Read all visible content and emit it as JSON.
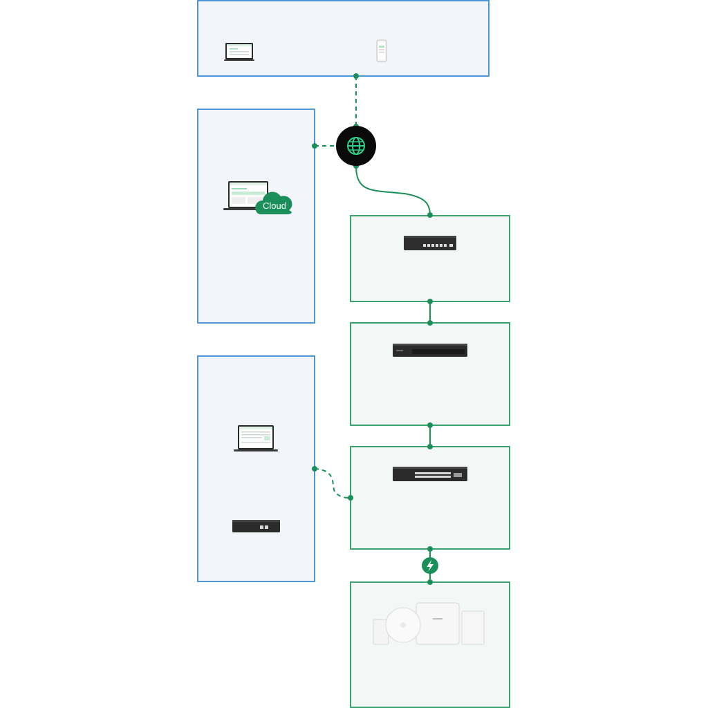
{
  "colors": {
    "wire": "#1a8f5a",
    "blue_border": "#4e95d8",
    "green_border": "#3aa26e",
    "cloud": "#1a8f5a"
  },
  "cloud_badge": {
    "label": "Cloud"
  },
  "icons": {
    "internet": "globe-icon",
    "poe": "lightning-bolt-icon"
  },
  "devices": [
    "laptop-app",
    "smartphone-app",
    "laptop-cloud-controller",
    "gateway-router",
    "core-switch",
    "access-switch",
    "laptop-software-controller",
    "hardware-controller",
    "access-points"
  ]
}
